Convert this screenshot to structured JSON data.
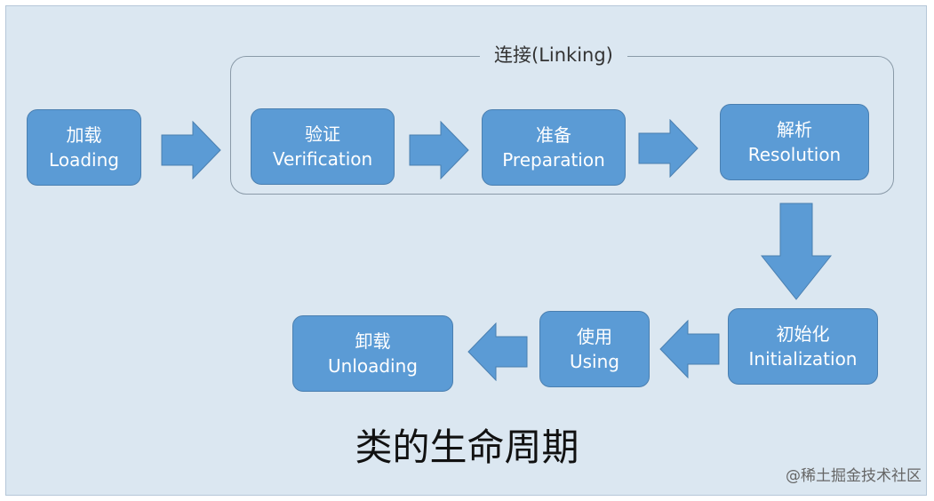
{
  "group": {
    "label": "连接(Linking)"
  },
  "stages": {
    "loading": {
      "zh": "加载",
      "en": "Loading"
    },
    "verification": {
      "zh": "验证",
      "en": "Verification"
    },
    "preparation": {
      "zh": "准备",
      "en": "Preparation"
    },
    "resolution": {
      "zh": "解析",
      "en": "Resolution"
    },
    "initialization": {
      "zh": "初始化",
      "en": "Initialization"
    },
    "using": {
      "zh": "使用",
      "en": "Using"
    },
    "unloading": {
      "zh": "卸载",
      "en": "Unloading"
    }
  },
  "title": "类的生命周期",
  "watermark": "@稀土掘金技术社区",
  "colors": {
    "box_fill": "#5b9bd5",
    "background": "#dbe7f1"
  }
}
